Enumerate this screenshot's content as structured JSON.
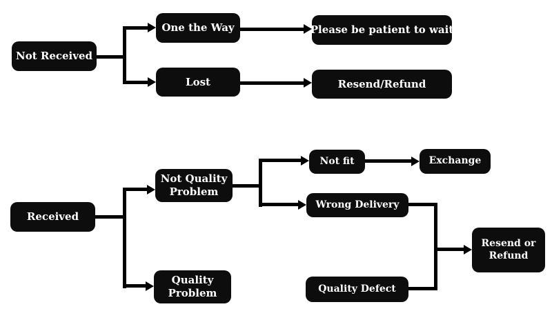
{
  "colors": {
    "canvas_bg": "#ffffff",
    "node_bg": "#0d0d0d",
    "node_text": "#ffffff",
    "line": "#000000"
  },
  "flows": {
    "shipment_not_received": {
      "root": "Not Received",
      "on_the_way": "One the Way",
      "please_wait": "Please be patient to wait",
      "lost": "Lost",
      "resend_refund": "Resend/Refund"
    },
    "shipment_received": {
      "root": "Received",
      "not_quality_problem": "Not Quality Problem",
      "not_fit": "Not fit",
      "exchange": "Exchange",
      "wrong_delivery": "Wrong Delivery",
      "quality_problem": "Quality Problem",
      "quality_defect": "Quality Defect",
      "resend_or_refund": "Resend or Refund"
    }
  }
}
